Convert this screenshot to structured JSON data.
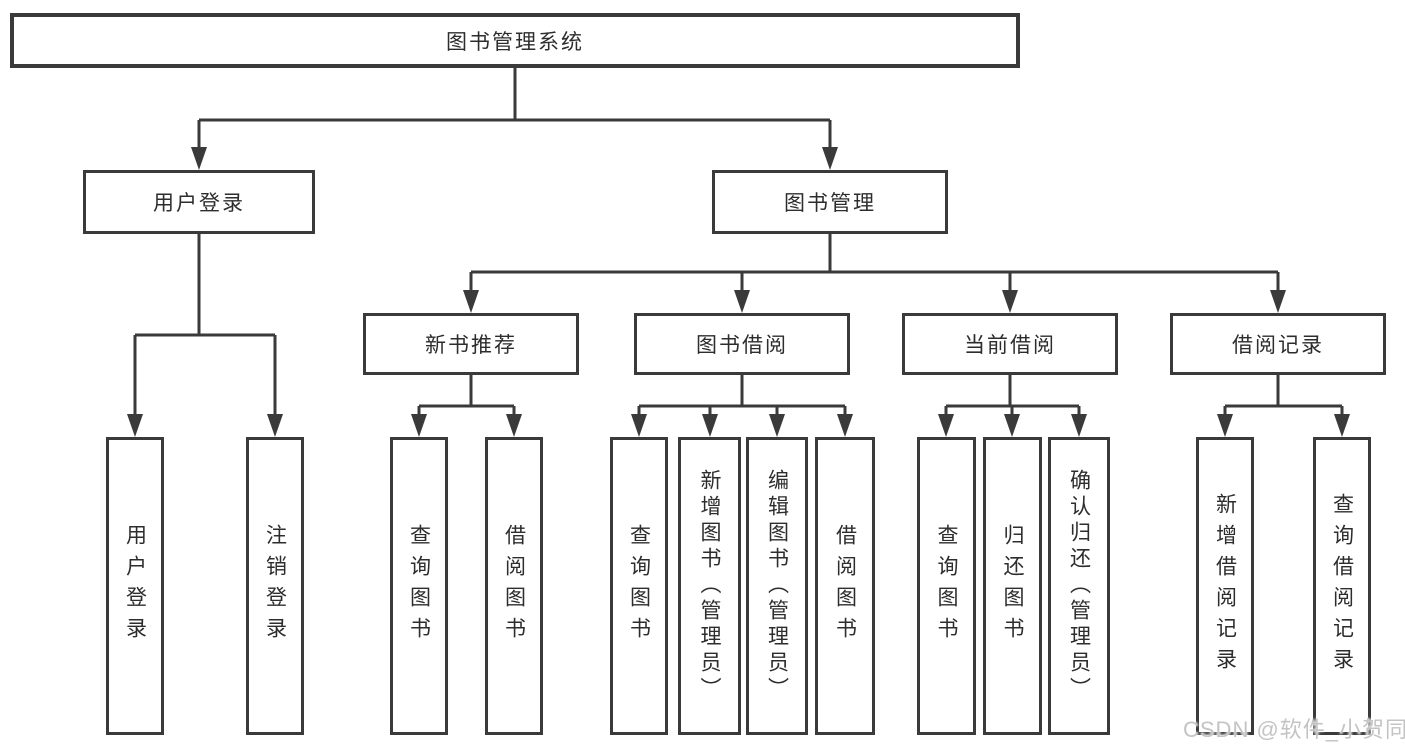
{
  "colors": {
    "line": "#3a3a3a",
    "box_border": "#3a3a3a",
    "text": "#2d2d2d",
    "watermark_text": "#c4c4c4",
    "background": "#ffffff"
  },
  "root": {
    "label": "图书管理系统"
  },
  "level2": {
    "user_login": "用户登录",
    "book_management": "图书管理"
  },
  "level3": {
    "new_book_recommend": "新书推荐",
    "book_borrow": "图书借阅",
    "current_borrow": "当前借阅",
    "borrow_records": "借阅记录"
  },
  "leaves": {
    "user_login": "用户登录",
    "logout": "注销登录",
    "query_books_1": "查询图书",
    "borrow_books_1": "借阅图书",
    "query_books_2": "查询图书",
    "add_book_admin": "新增图书（管理员）",
    "edit_book_admin": "编辑图书（管理员）",
    "borrow_books_2": "借阅图书",
    "query_books_3": "查询图书",
    "return_books": "归还图书",
    "confirm_return_admin": "确认归还（管理员）",
    "add_borrow_record": "新增借阅记录",
    "query_borrow_record": "查询借阅记录"
  },
  "watermark": "CSDN @软件_小贺同学"
}
